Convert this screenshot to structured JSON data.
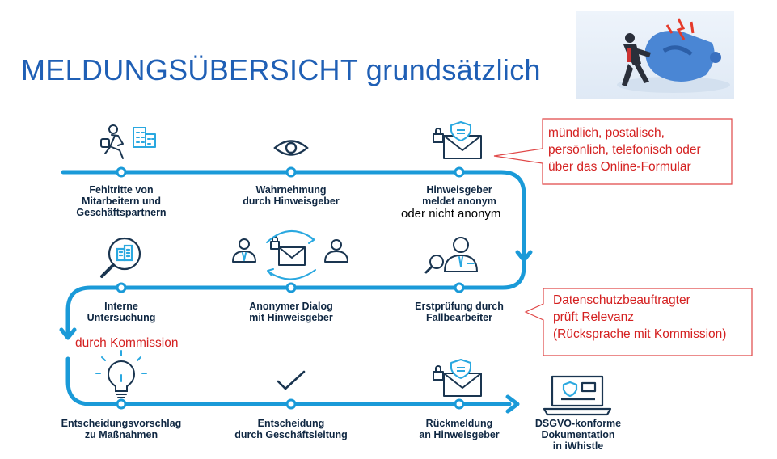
{
  "title": "MELDUNGSÜBERSICHT  grundsätzlich",
  "steps": [
    {
      "lines": [
        "Fehltritte von",
        "Mitarbeitern und",
        "Geschäftspartnern"
      ],
      "icon": "running-thief-icon"
    },
    {
      "lines": [
        "Wahrnehmung",
        "durch Hinweisgeber"
      ],
      "icon": "eye-icon"
    },
    {
      "lines": [
        "Hinweisgeber",
        "meldet anonym"
      ],
      "icon": "secure-mail-icon"
    },
    {
      "lines": [
        "Interne",
        "Untersuchung"
      ],
      "icon": "magnifier-building-icon"
    },
    {
      "lines": [
        "Anonymer Dialog",
        "mit Hinweisgeber"
      ],
      "icon": "dialog-exchange-icon"
    },
    {
      "lines": [
        "Erstprüfung durch",
        "Fallbearbeiter"
      ],
      "icon": "case-officer-icon"
    },
    {
      "lines": [
        "Entscheidungsvorschlag",
        "zu Maßnahmen"
      ],
      "icon": "lightbulb-icon"
    },
    {
      "lines": [
        "Entscheidung",
        "durch Geschäftsleitung"
      ],
      "icon": "checkmark-icon"
    },
    {
      "lines": [
        "Rückmeldung",
        "an Hinweisgeber"
      ],
      "icon": "secure-mail-icon"
    },
    {
      "lines": [
        "DSGVO-konforme",
        "Dokumentation",
        "in iWhistle"
      ],
      "icon": "laptop-icon"
    }
  ],
  "annotations": {
    "anonym_note": "oder nicht anonym",
    "commission_note": "durch Kommission",
    "callout_channels": [
      "mündlich, postalisch,",
      "persönlich, telefonisch oder",
      "über das Online-Formular"
    ],
    "callout_privacy": [
      "Datenschutzbeauftragter",
      "prüft Relevanz",
      "(Rücksprache mit Kommission)"
    ]
  },
  "colors": {
    "flow_line": "#1a9ad8",
    "title": "#1f5fb5",
    "icon": "#1a3550",
    "accent": "#2aa8e0",
    "annotation_red": "#d42020",
    "step_label": "#0f2742"
  },
  "photo": {
    "icon": "whistleblower-megaphone-icon"
  }
}
